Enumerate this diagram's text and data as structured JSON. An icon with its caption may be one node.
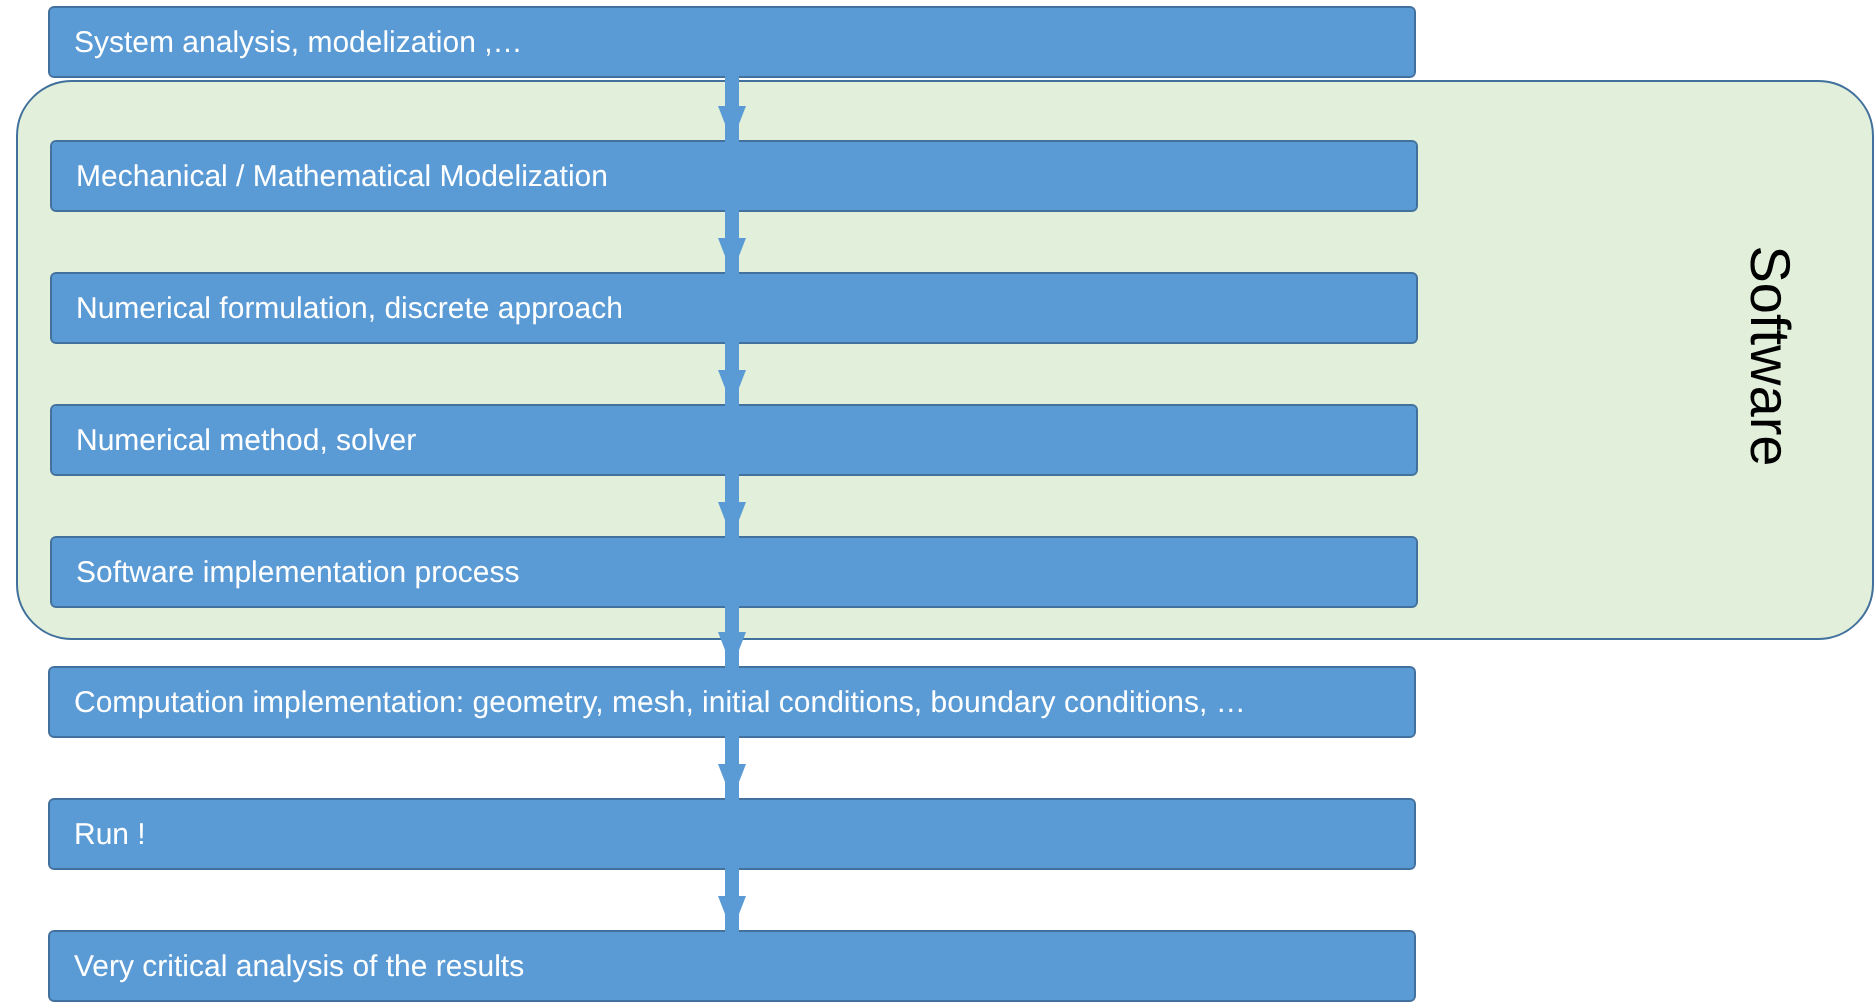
{
  "diagram": {
    "nodes": [
      {
        "text": [
          "System analysis, modelization ,…"
        ]
      },
      {
        "text": [
          "Software"
        ]
      },
      {
        "text": [
          "Mechanical / Mathematical Modelization"
        ],
        "in": 1
      },
      {
        "text": [
          "Numerical formulation, discrete approach"
        ],
        "in": 1
      },
      {
        "text": [
          "Numerical method, solver"
        ],
        "in": 1
      },
      {
        "text": [
          "Software implementation process"
        ],
        "in": 1
      },
      {
        "text": [
          "Computation implementation: geometry, mesh, initial conditions, boundary conditions, …"
        ]
      },
      {
        "text": [
          "Run !"
        ]
      },
      {
        "text": [
          "Very critical analysis of the results"
        ]
      }
    ],
    "edges": [
      {
        "from": 0,
        "to": 2,
        "arrow": "to"
      },
      {
        "from": 2,
        "to": 3,
        "arrow": "to"
      },
      {
        "from": 3,
        "to": 4,
        "arrow": "to"
      },
      {
        "from": 4,
        "to": 5,
        "arrow": "to"
      },
      {
        "from": 5,
        "to": 6,
        "arrow": "to"
      },
      {
        "from": 6,
        "to": 7,
        "arrow": "to"
      },
      {
        "from": 7,
        "to": 8,
        "arrow": "to"
      }
    ]
  }
}
